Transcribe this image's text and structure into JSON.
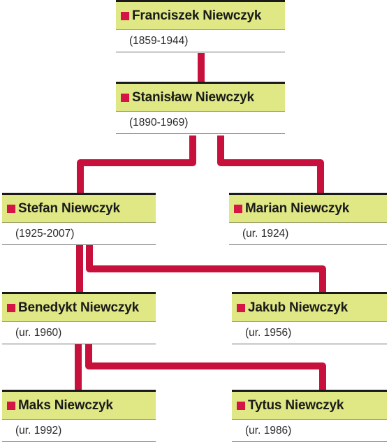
{
  "colors": {
    "connector": "#c8103c",
    "name_bar": "#dfe884",
    "marker": "#d41545"
  },
  "people": [
    {
      "name": "Franciszek Niewczyk",
      "dates": "(1859-1944)"
    },
    {
      "name": "Stanisław Niewczyk",
      "dates": "(1890-1969)"
    },
    {
      "name": "Stefan Niewczyk",
      "dates": "(1925-2007)"
    },
    {
      "name": "Marian Niewczyk",
      "dates": "(ur. 1924)"
    },
    {
      "name": "Benedykt Niewczyk",
      "dates": "(ur. 1960)"
    },
    {
      "name": "Jakub Niewczyk",
      "dates": "(ur. 1956)"
    },
    {
      "name": "Maks Niewczyk",
      "dates": "(ur. 1992)"
    },
    {
      "name": "Tytus Niewczyk",
      "dates": "(ur. 1986)"
    }
  ]
}
